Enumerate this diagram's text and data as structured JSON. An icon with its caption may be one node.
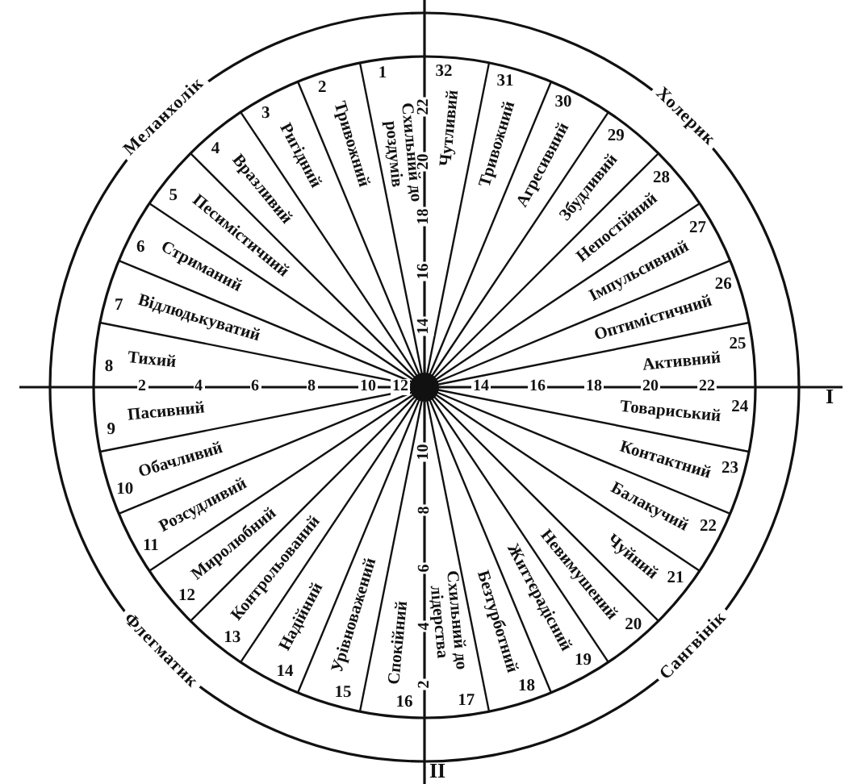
{
  "diagram": {
    "labels": [
      "Тихий",
      "Відлюдькуватий",
      "Стриманий",
      "Песимістичний",
      "Вразливий",
      "Ригідний",
      "Тривожний",
      "Схильний до роздумів",
      "Чутливий",
      "Тривожний",
      "Агресивний",
      "Збудливий",
      "Непостійний",
      "Імпульсивний",
      "Оптимістичний",
      "Активний",
      "Пасивний",
      "Обачливий",
      "Розсудливий",
      "Миролюбний",
      "Контрольований",
      "Надійний",
      "Урівноважений",
      "Спокійний",
      "Схильний до лідерства",
      "Безтурботний",
      "Життєрадісний",
      "Невимушений",
      "Чуйний",
      "Балакучий",
      "Контактний",
      "Товариський",
      "1",
      "2",
      "3",
      "4",
      "5",
      "6",
      "7",
      "8",
      "9",
      "10",
      "11",
      "12",
      "13",
      "14",
      "15",
      "16",
      "17",
      "18",
      "19",
      "20",
      "21",
      "22",
      "23",
      "24",
      "25",
      "26",
      "27",
      "28",
      "29",
      "30",
      "31",
      "32",
      "Меланхолік",
      "Холерик",
      "Флегматик",
      "Сангвінік",
      "2",
      "4",
      "6",
      "8",
      "10",
      "12",
      "14",
      "16",
      "18",
      "20",
      "22",
      "14",
      "16",
      "18",
      "20",
      "22",
      "10",
      "8",
      "6",
      "4",
      "2",
      "I",
      "II"
    ]
  }
}
